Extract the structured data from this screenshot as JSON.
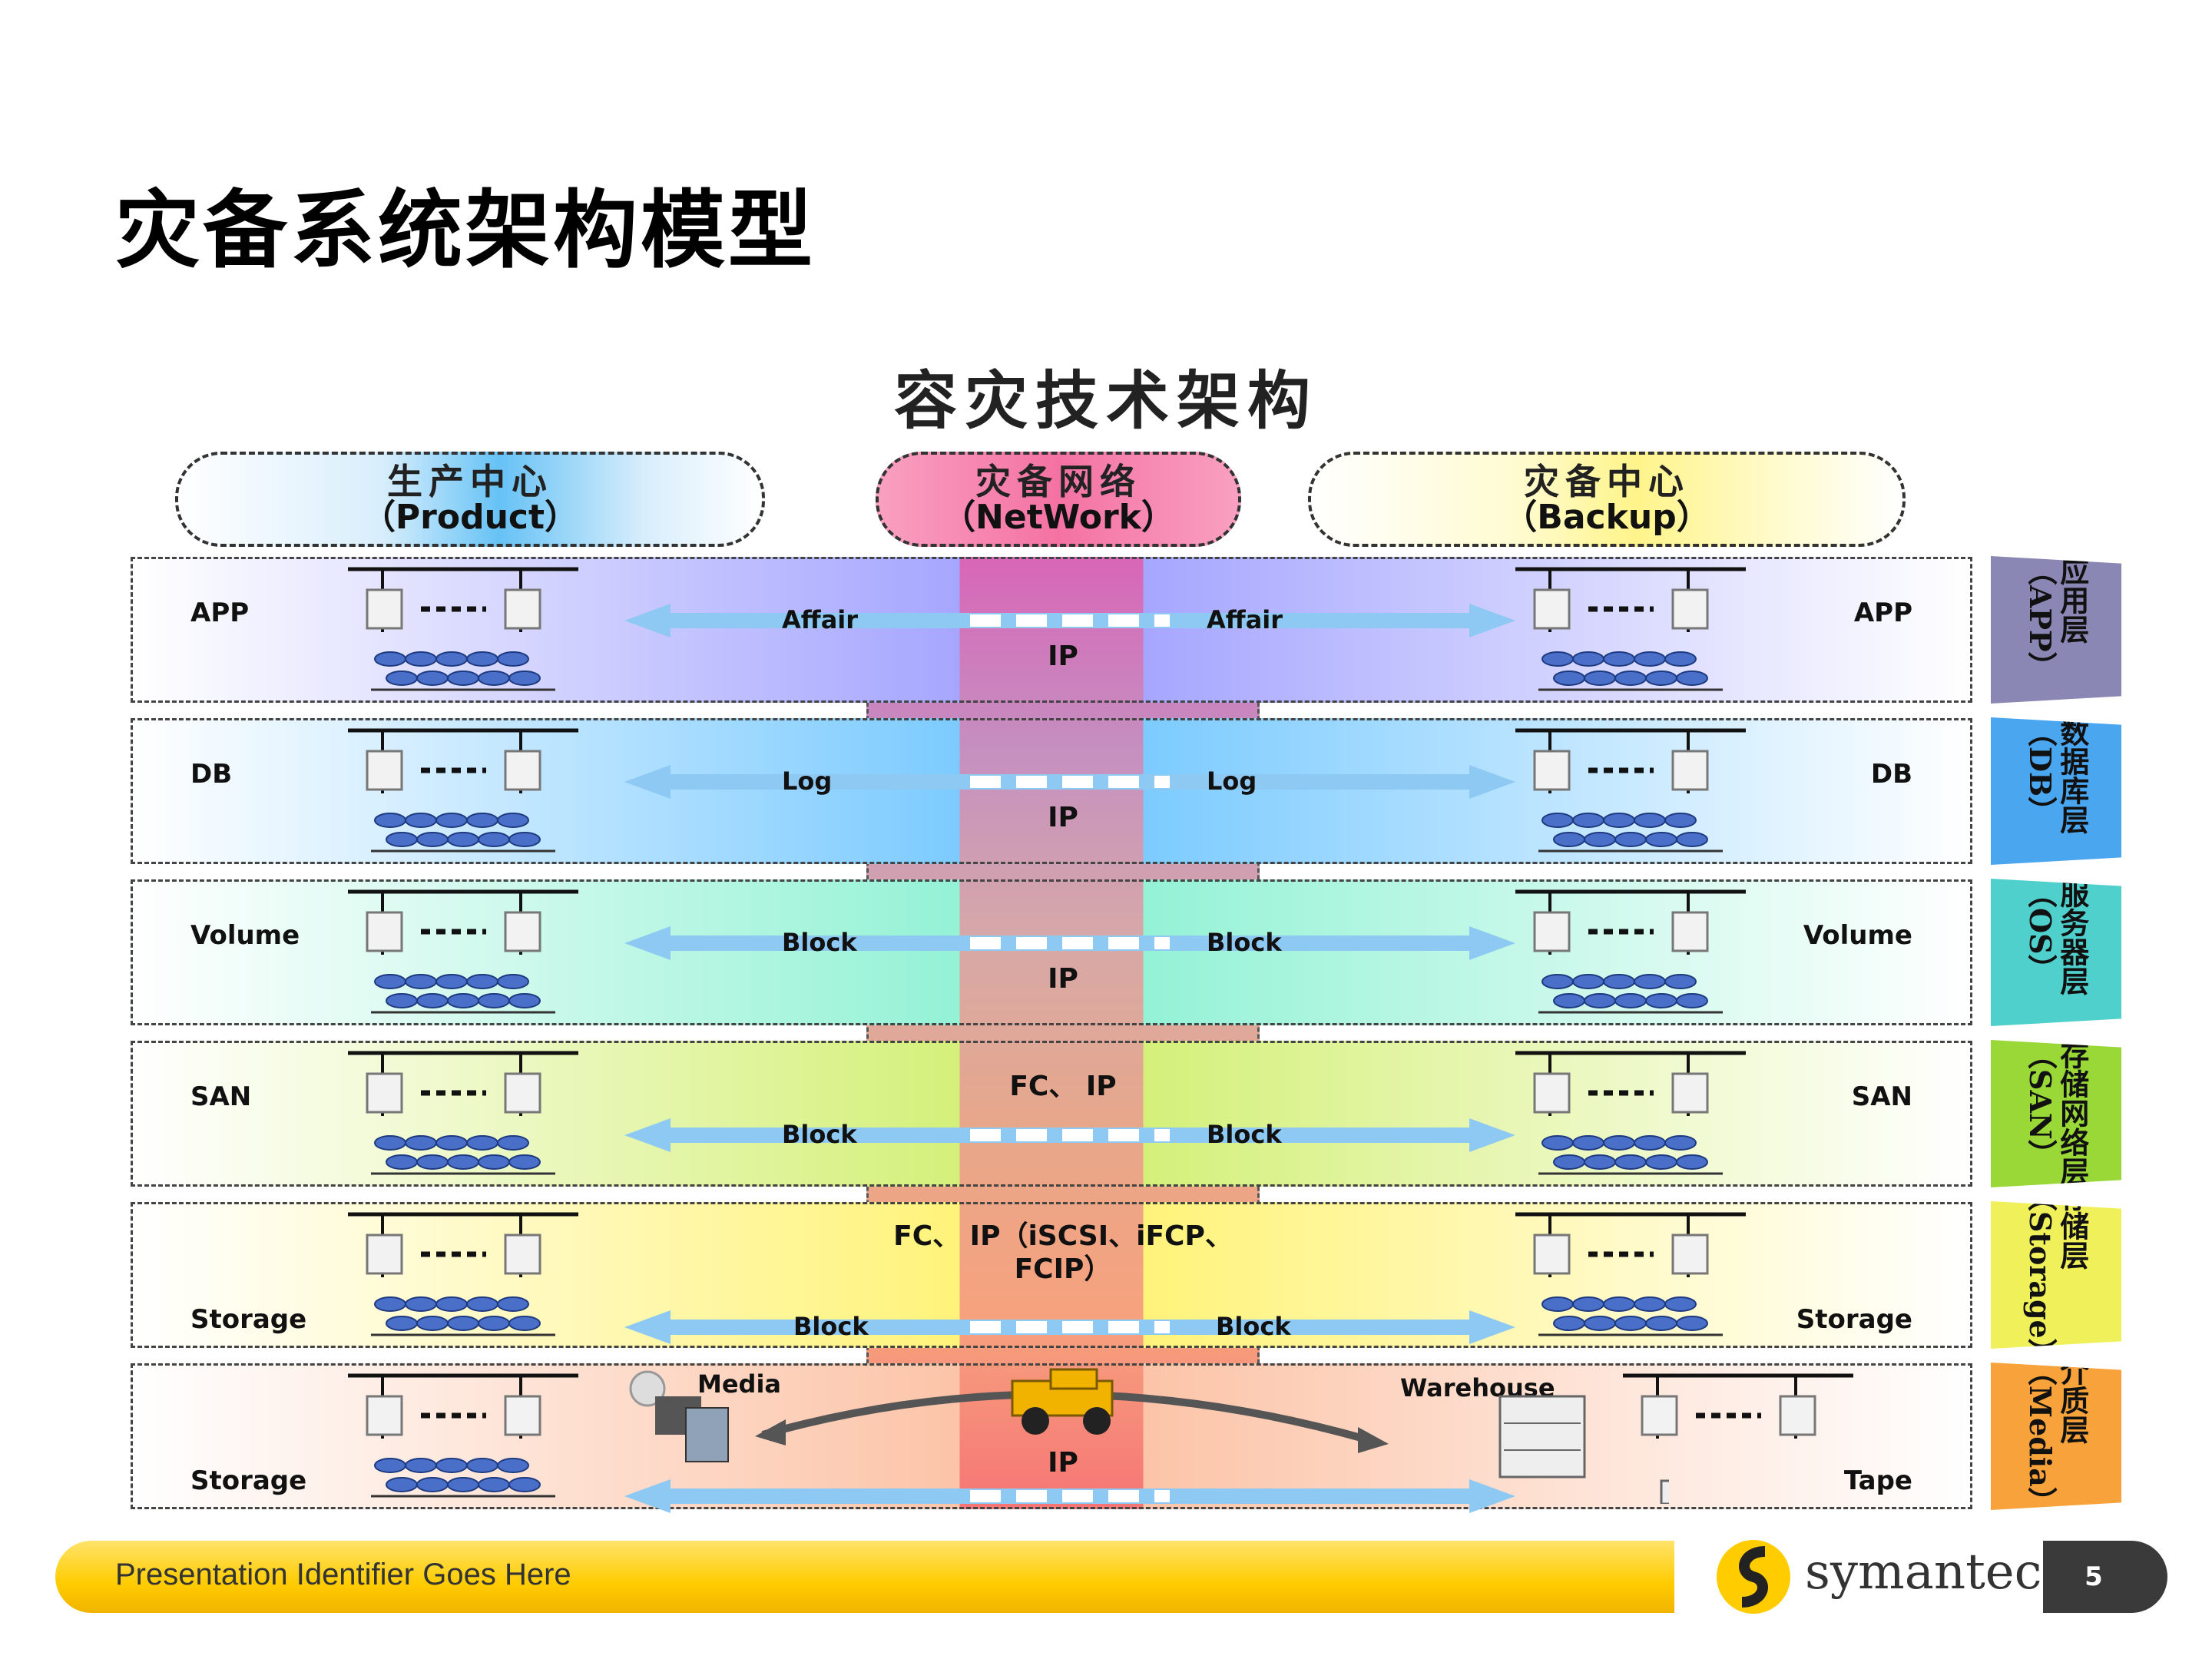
{
  "slide": {
    "title": "灾备系统架构模型"
  },
  "diagram": {
    "title": "容灾技术架构",
    "headers": {
      "production": {
        "cn": "生产中心",
        "en": "（Product）"
      },
      "network": {
        "cn": "灾备网络",
        "en": "（NetWork）"
      },
      "backup": {
        "cn": "灾备中心",
        "en": "（Backup）"
      }
    },
    "layers": [
      {
        "left": "APP",
        "right": "APP",
        "arrow": "Affair",
        "center": "IP",
        "tab": "应用层（APP）",
        "tab_color": "#8a87b4",
        "grad": "#a6a6ff"
      },
      {
        "left": "DB",
        "right": "DB",
        "arrow": "Log",
        "center": "IP",
        "tab": "数据库层（DB）",
        "tab_color": "#4aa6ef",
        "grad": "#7ccbff"
      },
      {
        "left": "Volume",
        "right": "Volume",
        "arrow": "Block",
        "center": "IP",
        "tab": "服务器层（OS）",
        "tab_color": "#4fd0cc",
        "grad": "#94f2d5"
      },
      {
        "left": "SAN",
        "right": "SAN",
        "arrow": "Block",
        "center": "FC、 IP",
        "tab": "存储网络层（SAN）",
        "tab_color": "#9ad838",
        "grad": "#d5f07a"
      },
      {
        "left": "Storage",
        "right": "Storage",
        "arrow": "Block",
        "center": "FC、 IP（iSCSI、iFCP、FCIP）",
        "tab": "存储层（Storage）",
        "tab_color": "#f0f05a",
        "grad": "#fff37a"
      },
      {
        "left": "Storage",
        "right": "Tape",
        "arrow": "",
        "center": "IP",
        "tab": "介质层（Media）",
        "tab_color": "#f7a23a",
        "grad": "#fcc4a8",
        "media_label": "Media",
        "warehouse_label": "Warehouse"
      }
    ]
  },
  "footer": {
    "text": "Presentation Identifier Goes Here",
    "logo": "symantec.",
    "page": "5"
  }
}
